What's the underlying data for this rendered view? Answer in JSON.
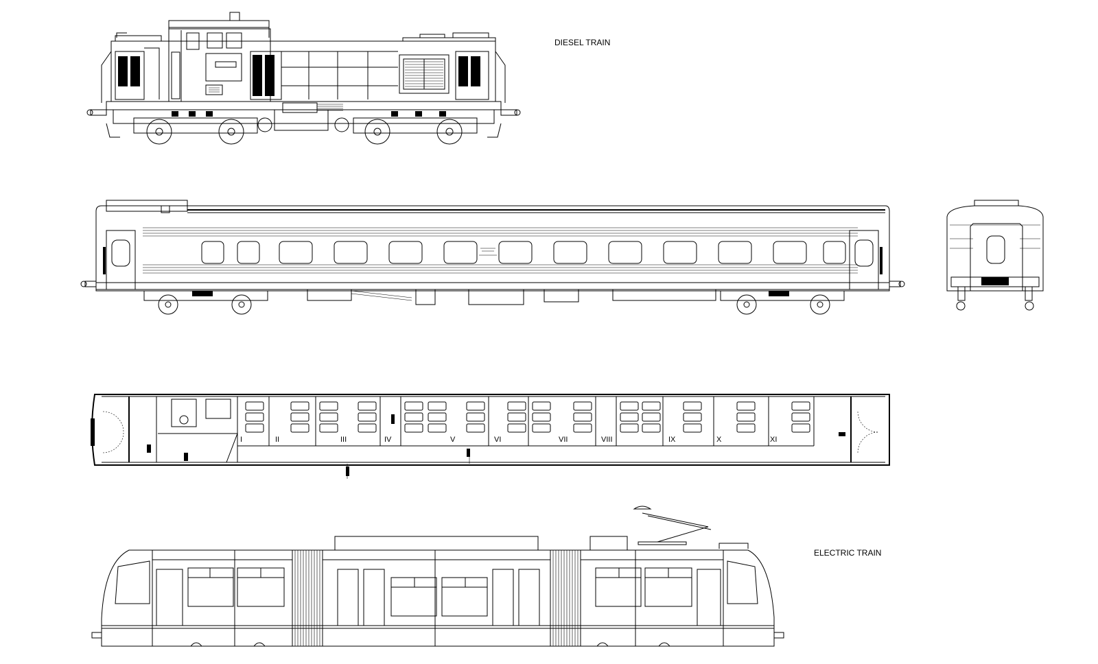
{
  "labels": {
    "diesel_train": "DIESEL TRAIN",
    "electric_train": "ELECTRIC TRAIN"
  },
  "compartments": [
    "I",
    "II",
    "III",
    "IV",
    "V",
    "VI",
    "VII",
    "VIII",
    "IX",
    "X",
    "XI"
  ]
}
